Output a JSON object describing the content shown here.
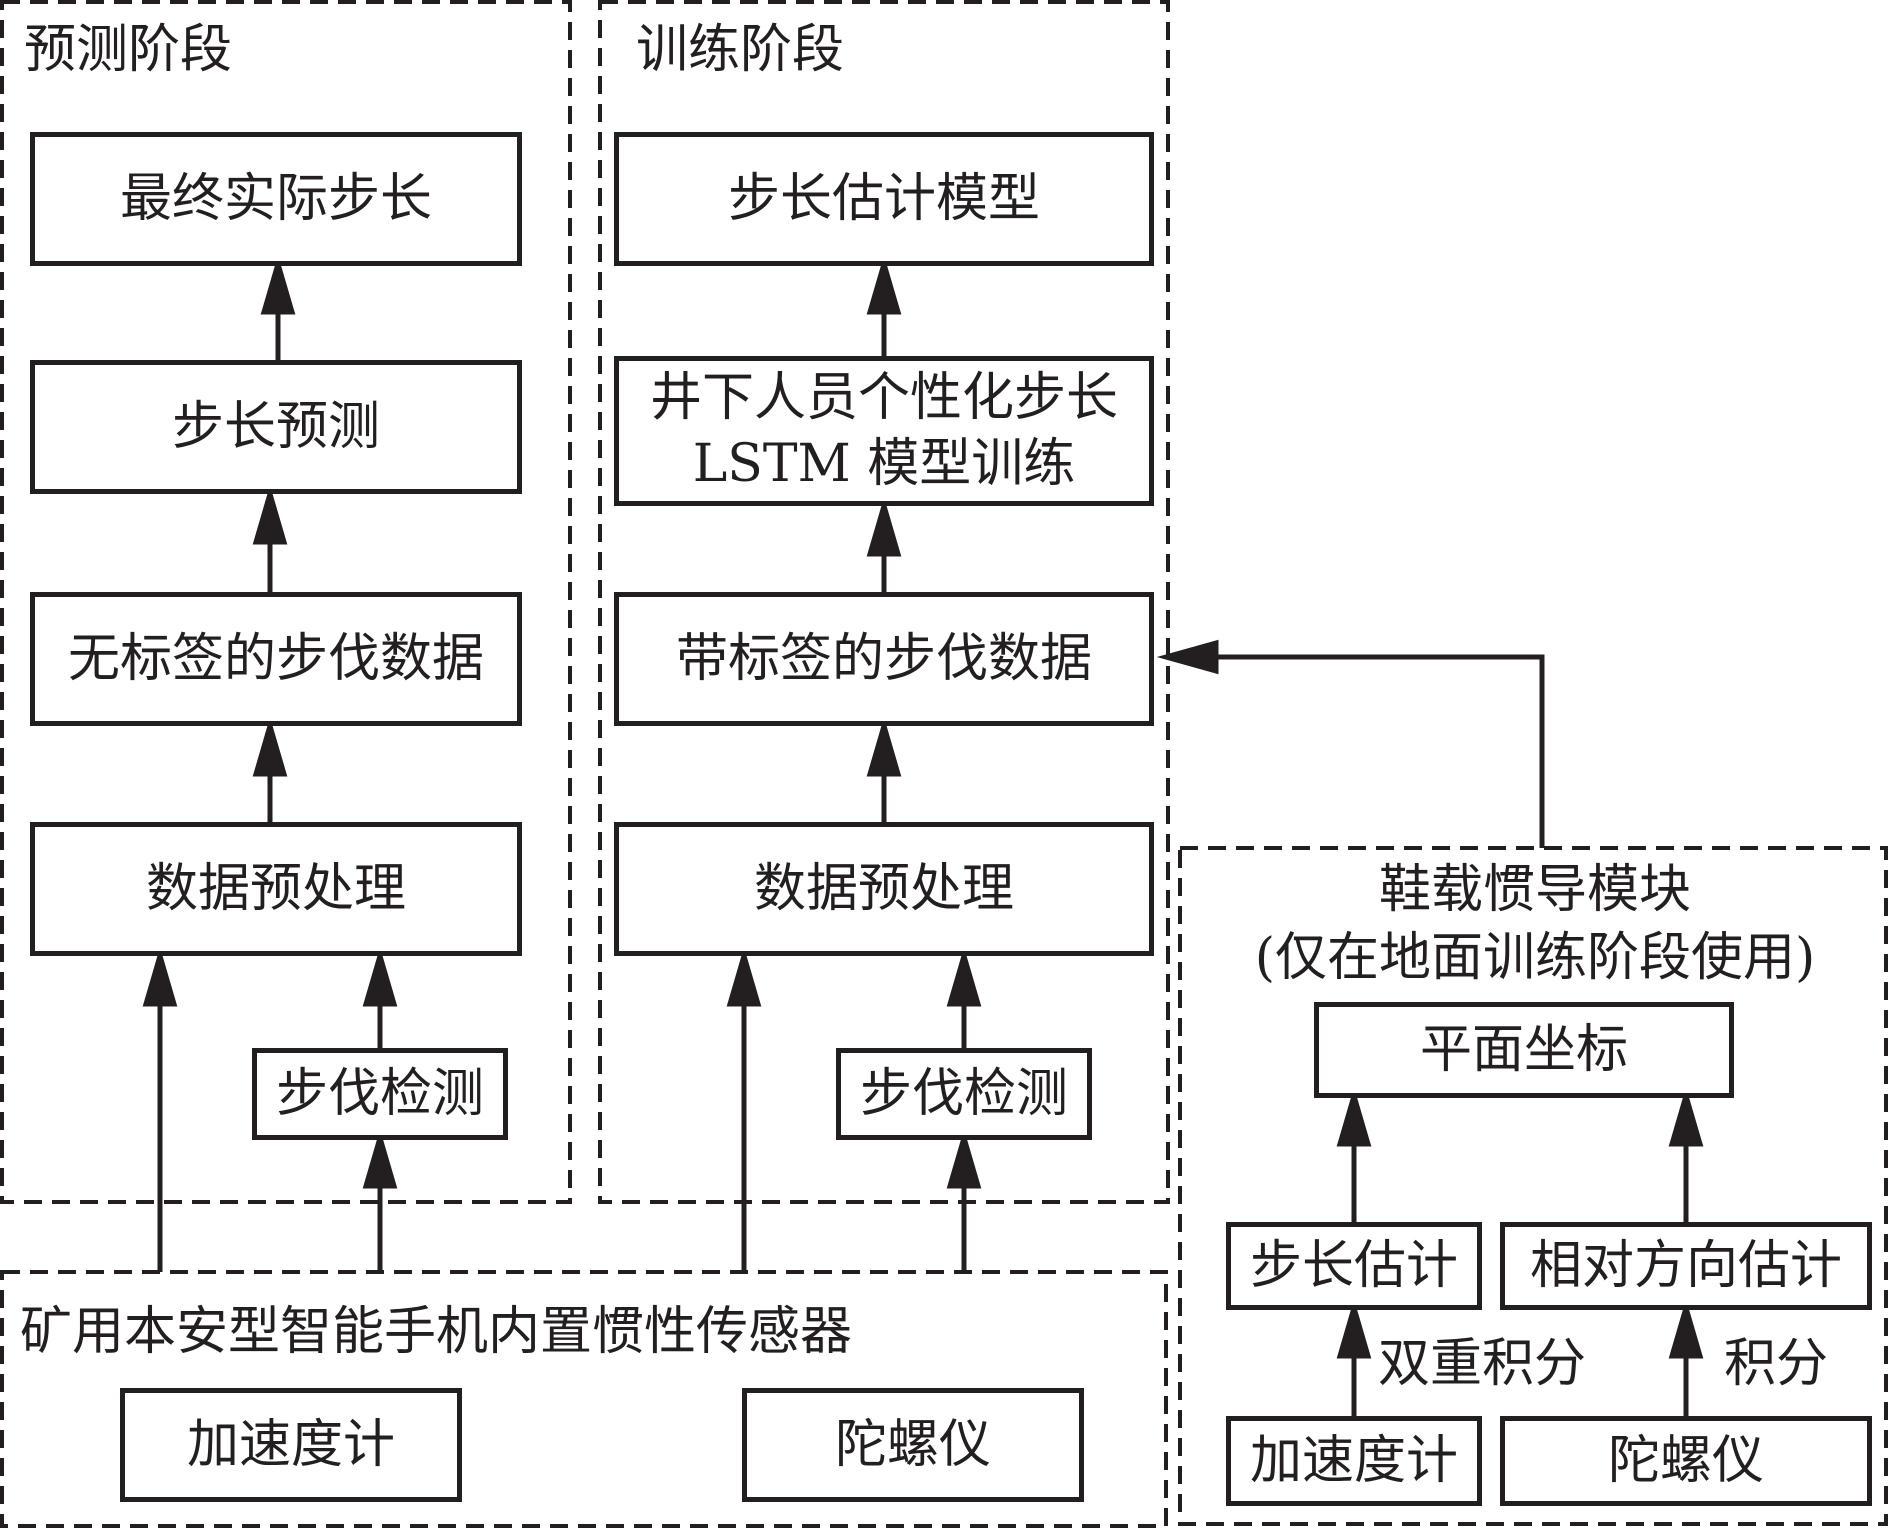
{
  "predict_stage": {
    "title": "预测阶段",
    "final_step": "最终实际步长",
    "step_predict": "步长预测",
    "unlabeled_data": "无标签的步伐数据",
    "preprocess": "数据预处理",
    "step_detect": "步伐检测"
  },
  "train_stage": {
    "title": "训练阶段",
    "step_model": "步长估计模型",
    "lstm_line1": "井下人员个性化步长",
    "lstm_line2": "LSTM 模型训练",
    "labeled_data": "带标签的步伐数据",
    "preprocess": "数据预处理",
    "step_detect": "步伐检测"
  },
  "phone_sensor": {
    "title": "矿用本安型智能手机内置惯性传感器",
    "accelerometer": "加速度计",
    "gyroscope": "陀螺仪"
  },
  "shoe_module": {
    "title_line1": "鞋载惯导模块",
    "title_line2": "(仅在地面训练阶段使用)",
    "plane_coords": "平面坐标",
    "step_estimate": "步长估计",
    "direction_estimate": "相对方向估计",
    "double_integral": "双重积分",
    "integral": "积分",
    "accelerometer": "加速度计",
    "gyroscope": "陀螺仪"
  }
}
